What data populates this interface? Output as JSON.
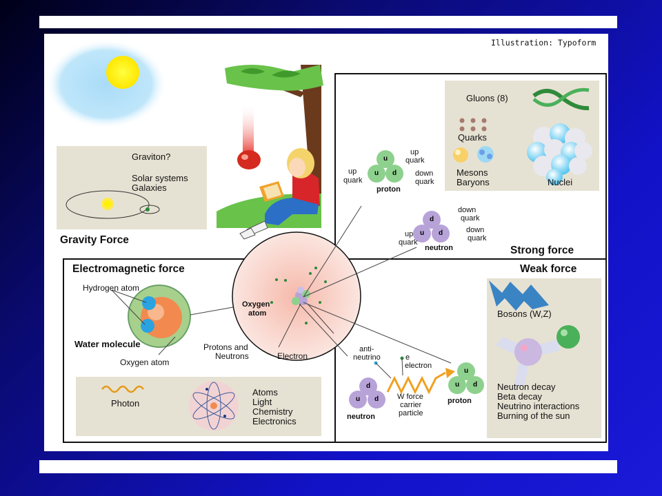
{
  "credit": "Illustration: Typoform",
  "gravity": {
    "title": "Gravity Force",
    "lines": [
      "Graviton?",
      "Solar systems",
      "Galaxies"
    ]
  },
  "strong": {
    "title": "Strong force",
    "gluons": "Gluons (8)",
    "quarks": "Quarks",
    "mesons": "Mesons",
    "baryons": "Baryons",
    "nuclei": "Nuclei",
    "proton": {
      "name": "proton",
      "up_quark_a": [
        "up",
        "quark"
      ],
      "up_quark_b": [
        "up",
        "quark"
      ],
      "down_quark": [
        "down",
        "quark"
      ]
    },
    "neutron": {
      "name": "neutron",
      "down_quark_a": [
        "down",
        "quark"
      ],
      "down_quark_b": [
        "down",
        "quark"
      ],
      "up_quark": [
        "up",
        "quark"
      ]
    }
  },
  "em": {
    "title": "Electromagnetic force",
    "hydrogen": "Hydrogen atom",
    "water": "Water molecule",
    "oxygen": "Oxygen atom",
    "photon": "Photon",
    "lines": [
      "Atoms",
      "Light",
      "Chemistry",
      "Electronics"
    ]
  },
  "center": {
    "oxygen": [
      "Oxygen",
      "atom"
    ],
    "protons": [
      "Protons and",
      "Neutrons"
    ],
    "electron": "Electron"
  },
  "weak": {
    "title": "Weak force",
    "bosons": "Bosons (W,Z)",
    "lines": [
      "Neutron decay",
      "Beta decay",
      "Neutrino interactions",
      "Burning of the sun"
    ],
    "antineutrino": [
      "anti-",
      "neutrino"
    ],
    "e_label": "e",
    "electron": "electron",
    "wforce": [
      "W force",
      "carrier",
      "particle"
    ],
    "neutron": "neutron",
    "proton": "proton"
  },
  "quark_letters": {
    "u": "u",
    "d": "d"
  }
}
